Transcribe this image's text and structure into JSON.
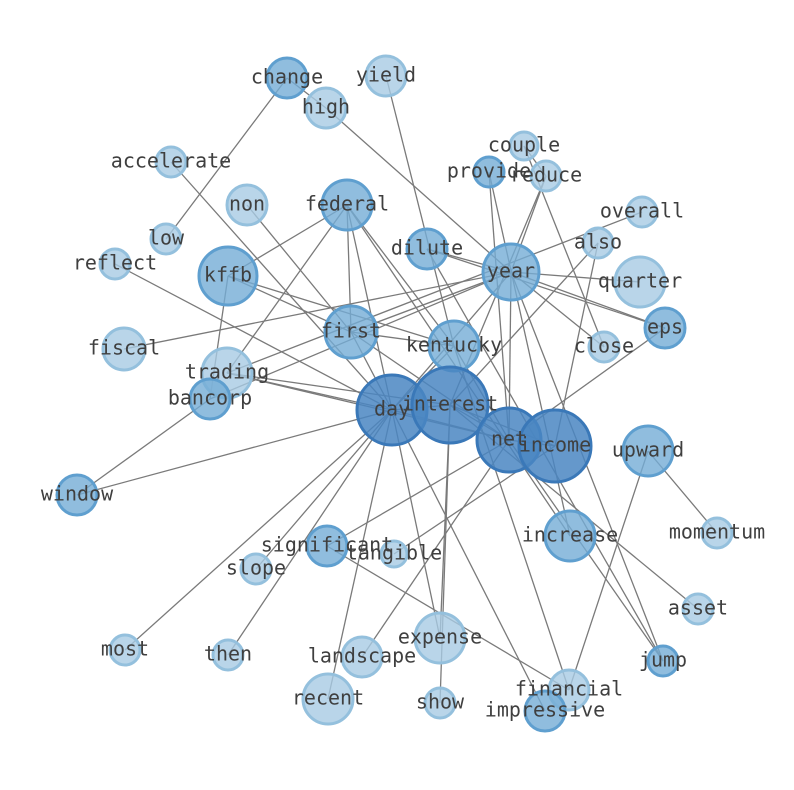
{
  "colors": {
    "background": "#ffffff",
    "edge": "#7a7a7a",
    "label": "#3f3f3f",
    "levels": {
      "light": {
        "fill": "#a7cbe3",
        "stroke": "#94c0dd"
      },
      "mid": {
        "fill": "#74acd6",
        "stroke": "#5f9fcf"
      },
      "dark": {
        "fill": "#4a86c2",
        "stroke": "#3a78b8"
      }
    }
  },
  "nodes": [
    {
      "id": "change",
      "label": "change",
      "level": "mid"
    },
    {
      "id": "yield",
      "label": "yield",
      "level": "light"
    },
    {
      "id": "high",
      "label": "high",
      "level": "light"
    },
    {
      "id": "couple",
      "label": "couple",
      "level": "light"
    },
    {
      "id": "accelerate",
      "label": "accelerate",
      "level": "light"
    },
    {
      "id": "provide",
      "label": "provide",
      "level": "mid"
    },
    {
      "id": "reduce",
      "label": "reduce",
      "level": "light"
    },
    {
      "id": "non",
      "label": "non",
      "level": "light"
    },
    {
      "id": "federal",
      "label": "federal",
      "level": "mid"
    },
    {
      "id": "overall",
      "label": "overall",
      "level": "light"
    },
    {
      "id": "low",
      "label": "low",
      "level": "light"
    },
    {
      "id": "dilute",
      "label": "dilute",
      "level": "mid"
    },
    {
      "id": "also",
      "label": "also",
      "level": "light"
    },
    {
      "id": "reflect",
      "label": "reflect",
      "level": "light"
    },
    {
      "id": "kffb",
      "label": "kffb",
      "level": "mid"
    },
    {
      "id": "year",
      "label": "year",
      "level": "mid"
    },
    {
      "id": "quarter",
      "label": "quarter",
      "level": "light"
    },
    {
      "id": "eps",
      "label": "eps",
      "level": "mid"
    },
    {
      "id": "first",
      "label": "first",
      "level": "mid"
    },
    {
      "id": "fiscal",
      "label": "fiscal",
      "level": "light"
    },
    {
      "id": "kentucky",
      "label": "kentucky",
      "level": "mid"
    },
    {
      "id": "close",
      "label": "close",
      "level": "light"
    },
    {
      "id": "trading",
      "label": "trading",
      "level": "light"
    },
    {
      "id": "bancorp",
      "label": "bancorp",
      "level": "mid"
    },
    {
      "id": "day",
      "label": "day",
      "level": "dark"
    },
    {
      "id": "interest",
      "label": "interest",
      "level": "dark"
    },
    {
      "id": "net",
      "label": "net",
      "level": "dark"
    },
    {
      "id": "income",
      "label": "income",
      "level": "dark"
    },
    {
      "id": "upward",
      "label": "upward",
      "level": "mid"
    },
    {
      "id": "window",
      "label": "window",
      "level": "mid"
    },
    {
      "id": "increase",
      "label": "increase",
      "level": "mid"
    },
    {
      "id": "momentum",
      "label": "momentum",
      "level": "light"
    },
    {
      "id": "significant",
      "label": "significant",
      "level": "mid"
    },
    {
      "id": "tangible",
      "label": "tangible",
      "level": "light"
    },
    {
      "id": "slope",
      "label": "slope",
      "level": "light"
    },
    {
      "id": "asset",
      "label": "asset",
      "level": "light"
    },
    {
      "id": "most",
      "label": "most",
      "level": "light"
    },
    {
      "id": "expense",
      "label": "expense",
      "level": "light"
    },
    {
      "id": "then",
      "label": "then",
      "level": "light"
    },
    {
      "id": "landscape",
      "label": "landscape",
      "level": "light"
    },
    {
      "id": "jump",
      "label": "jump",
      "level": "mid"
    },
    {
      "id": "financial",
      "label": "financial",
      "level": "light"
    },
    {
      "id": "recent",
      "label": "recent",
      "level": "light"
    },
    {
      "id": "show",
      "label": "show",
      "level": "light"
    },
    {
      "id": "impressive",
      "label": "impressive",
      "level": "mid"
    }
  ],
  "edges": [
    [
      "change",
      "high"
    ],
    [
      "change",
      "low"
    ],
    [
      "yield",
      "kentucky"
    ],
    [
      "high",
      "year"
    ],
    [
      "accelerate",
      "day"
    ],
    [
      "couple",
      "reduce"
    ],
    [
      "provide",
      "net"
    ],
    [
      "provide",
      "increase"
    ],
    [
      "reduce",
      "year"
    ],
    [
      "reduce",
      "interest"
    ],
    [
      "non",
      "first"
    ],
    [
      "federal",
      "first"
    ],
    [
      "federal",
      "kffb"
    ],
    [
      "federal",
      "kentucky"
    ],
    [
      "federal",
      "trading"
    ],
    [
      "federal",
      "increase"
    ],
    [
      "federal",
      "day"
    ],
    [
      "overall",
      "trading"
    ],
    [
      "also",
      "interest"
    ],
    [
      "also",
      "income"
    ],
    [
      "reflect",
      "day"
    ],
    [
      "kffb",
      "first"
    ],
    [
      "kffb",
      "kentucky"
    ],
    [
      "kffb",
      "bancorp"
    ],
    [
      "dilute",
      "year"
    ],
    [
      "dilute",
      "eps"
    ],
    [
      "dilute",
      "jump"
    ],
    [
      "year",
      "quarter"
    ],
    [
      "year",
      "eps"
    ],
    [
      "year",
      "close"
    ],
    [
      "year",
      "first"
    ],
    [
      "year",
      "net"
    ],
    [
      "year",
      "jump"
    ],
    [
      "year",
      "day"
    ],
    [
      "first",
      "kentucky"
    ],
    [
      "first",
      "day"
    ],
    [
      "first",
      "net"
    ],
    [
      "fiscal",
      "year"
    ],
    [
      "kentucky",
      "day"
    ],
    [
      "kentucky",
      "net"
    ],
    [
      "kentucky",
      "financial"
    ],
    [
      "close",
      "couple"
    ],
    [
      "trading",
      "day"
    ],
    [
      "trading",
      "net"
    ],
    [
      "trading",
      "interest"
    ],
    [
      "bancorp",
      "year"
    ],
    [
      "bancorp",
      "window"
    ],
    [
      "day",
      "interest"
    ],
    [
      "day",
      "net"
    ],
    [
      "day",
      "window"
    ],
    [
      "day",
      "slope"
    ],
    [
      "day",
      "most"
    ],
    [
      "day",
      "then"
    ],
    [
      "day",
      "recent"
    ],
    [
      "day",
      "expense"
    ],
    [
      "day",
      "impressive"
    ],
    [
      "interest",
      "net"
    ],
    [
      "interest",
      "income"
    ],
    [
      "interest",
      "expense"
    ],
    [
      "interest",
      "asset"
    ],
    [
      "net",
      "income"
    ],
    [
      "net",
      "landscape"
    ],
    [
      "net",
      "significant"
    ],
    [
      "net",
      "jump"
    ],
    [
      "net",
      "eps"
    ],
    [
      "income",
      "tangible"
    ],
    [
      "upward",
      "momentum"
    ],
    [
      "upward",
      "financial"
    ],
    [
      "significant",
      "financial"
    ],
    [
      "show",
      "interest"
    ]
  ]
}
